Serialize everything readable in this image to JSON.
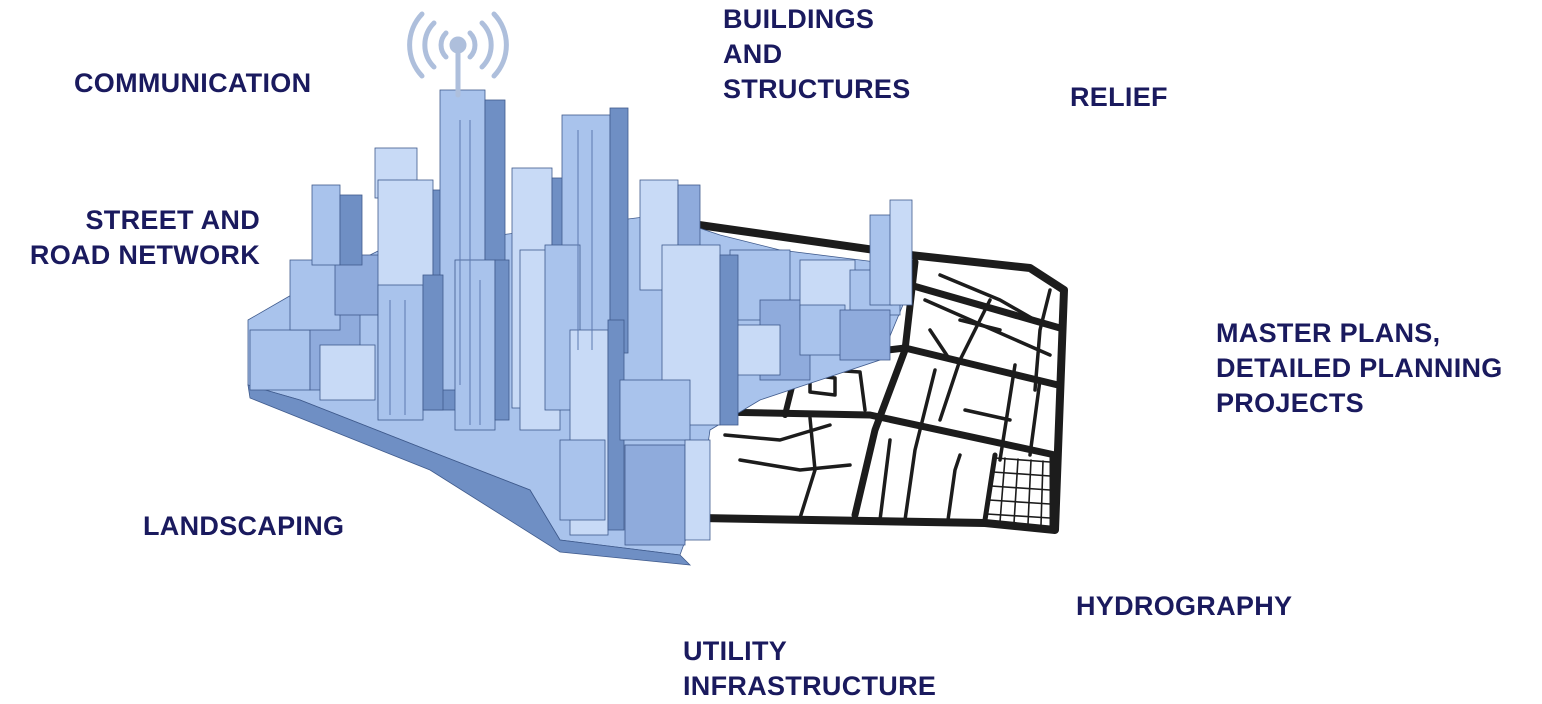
{
  "labels": {
    "communication": [
      "COMMUNICATION"
    ],
    "buildings": [
      "BUILDINGS",
      "AND",
      "STRUCTURES"
    ],
    "relief": [
      "RELIEF"
    ],
    "street": [
      "STREET AND",
      "ROAD NETWORK"
    ],
    "master_plans": [
      "MASTER PLANS,",
      "DETAILED PLANNING",
      "PROJECTS"
    ],
    "landscaping": [
      "LANDSCAPING"
    ],
    "hydrography": [
      "HYDROGRAPHY"
    ],
    "utility": [
      "UTILITY",
      "INFRASTRUCTURE"
    ]
  },
  "icons": {
    "antenna": "wifi-antenna-icon"
  },
  "colors": {
    "label_text": "#1a1a5e",
    "building_fill": "#a9c3ec",
    "building_light": "#c8daf6",
    "building_dark": "#6f8fc4",
    "road_stroke": "#1c1c1c",
    "antenna": "#aebfdc"
  }
}
